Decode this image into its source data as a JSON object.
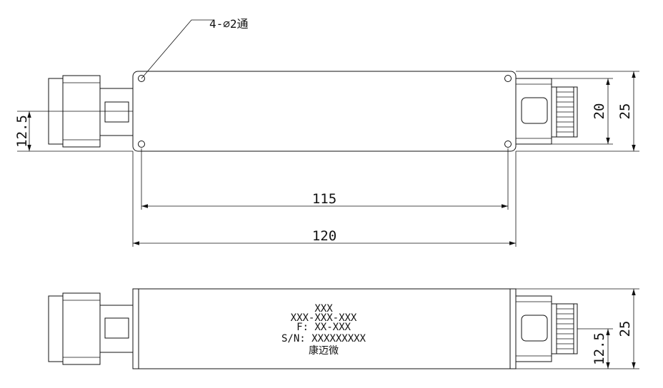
{
  "top_view": {
    "hole_note": "4-⌀2通",
    "dim_hole_spacing": "115",
    "dim_body_length": "120",
    "dim_left_offset": "12.5",
    "dim_connector_width": "20",
    "dim_body_width": "25"
  },
  "side_view": {
    "label_lines": [
      "XXX",
      "XXX-XXX-XXX",
      "F: XX-XXX",
      "S/N: XXXXXXXXX",
      "康迈微"
    ],
    "dim_height": "25",
    "dim_offset": "12.5"
  }
}
